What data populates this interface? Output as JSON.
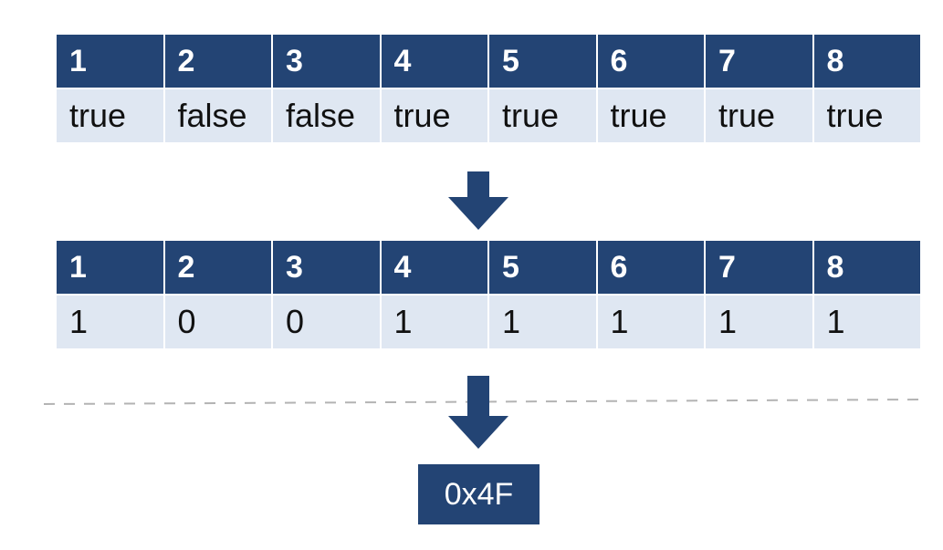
{
  "colors": {
    "header_bg": "#234474",
    "value_bg": "#dfe7f2",
    "dash": "#b3b3b3"
  },
  "boolean_table": {
    "headers": [
      "1",
      "2",
      "3",
      "4",
      "5",
      "6",
      "7",
      "8"
    ],
    "values": [
      "true",
      "false",
      "false",
      "true",
      "true",
      "true",
      "true",
      "true"
    ]
  },
  "bit_table": {
    "headers": [
      "1",
      "2",
      "3",
      "4",
      "5",
      "6",
      "7",
      "8"
    ],
    "values": [
      "1",
      "0",
      "0",
      "1",
      "1",
      "1",
      "1",
      "1"
    ]
  },
  "result": {
    "hex": "0x4F"
  },
  "icons": {
    "arrow_1": "down-arrow-icon",
    "arrow_2": "down-arrow-icon"
  }
}
